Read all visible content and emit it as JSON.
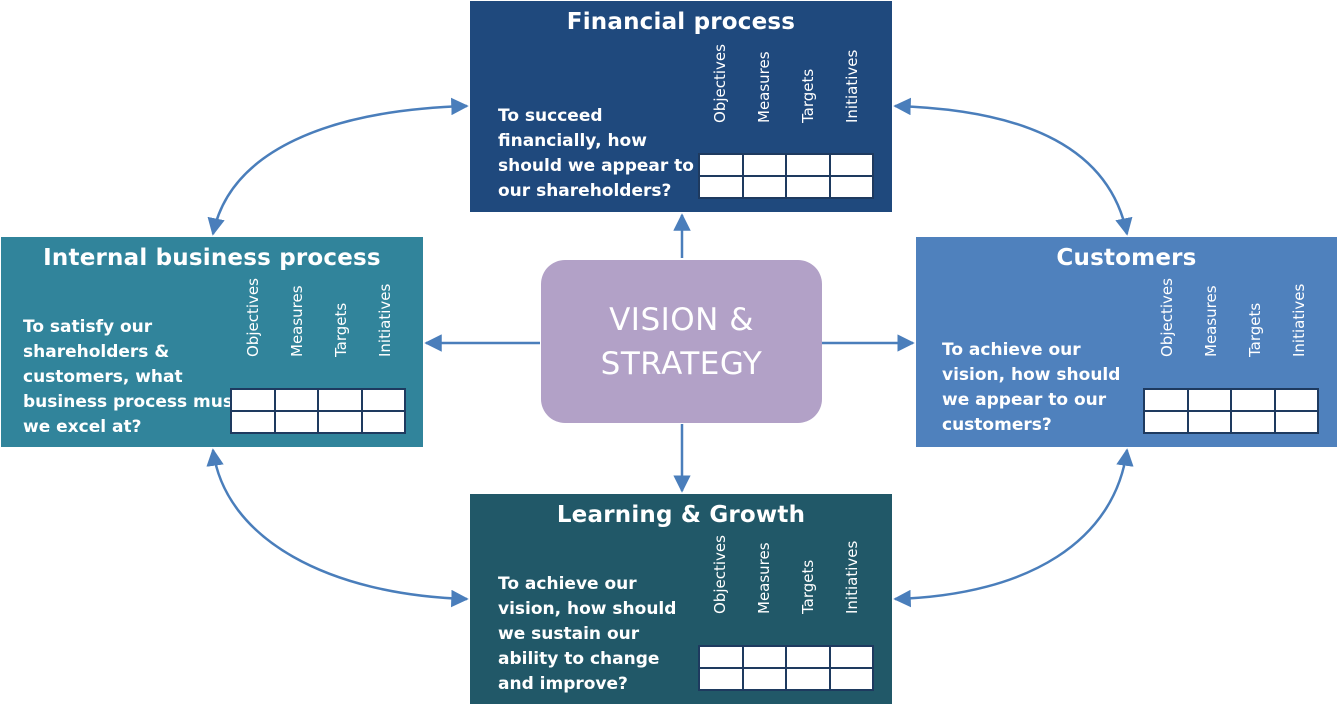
{
  "center": {
    "line1": "VISION &",
    "line2": "STRATEGY"
  },
  "column_headers": [
    "Objectives",
    "Measures",
    "Targets",
    "Initiatives"
  ],
  "panels": {
    "financial": {
      "title": "Financial process",
      "question": [
        "To succeed",
        "financially, how",
        "should we appear to",
        "our shareholders?"
      ]
    },
    "internal": {
      "title": "Internal business process",
      "question": [
        "To satisfy our",
        "shareholders &",
        "customers, what",
        "business process must",
        "we excel at?"
      ]
    },
    "customers": {
      "title": "Customers",
      "question": [
        "To achieve our",
        "vision, how should",
        "we appear to our",
        "customers?"
      ]
    },
    "learning": {
      "title": "Learning & Growth",
      "question": [
        "To achieve our",
        "vision, how should",
        "we sustain our",
        "ability to change",
        "and improve?"
      ]
    }
  },
  "colors": {
    "financial": "#1f497d",
    "internal": "#31849b",
    "customers": "#4f81bd",
    "learning": "#215868",
    "center": "#b2a1c7",
    "arrow": "#4a7ebb"
  }
}
